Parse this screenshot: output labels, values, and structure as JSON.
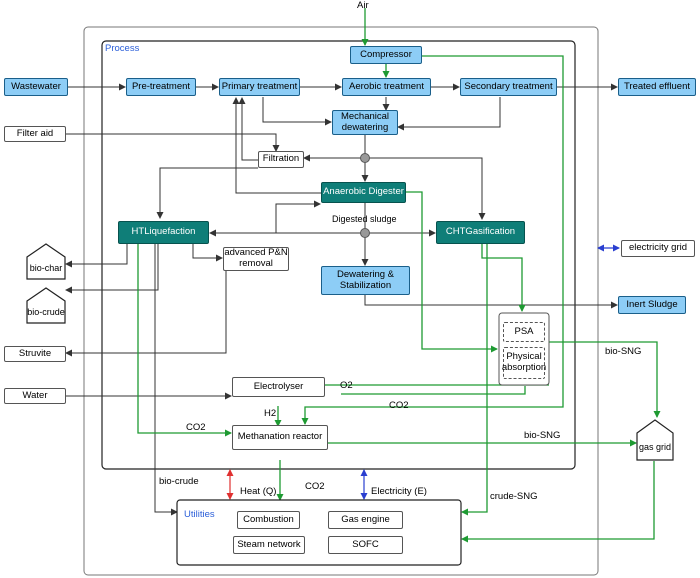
{
  "nodes": {
    "air": "Air",
    "process": "Process",
    "compressor": "Compressor",
    "wastewater": "Wastewater",
    "pretreatment": "Pre-treatment",
    "primary": "Primary treatment",
    "aerobic": "Aerobic treatment",
    "secondary": "Secondary treatment",
    "treated_effluent": "Treated effluent",
    "filter_aid": "Filter aid",
    "mech_dewatering": "Mechanical dewatering",
    "filtration": "Filtration",
    "anaerobic": "Anaerobic Digester",
    "digested_sludge": "Digested sludge",
    "htl": "HTLiquefaction",
    "cht": "CHTGasification",
    "advanced_pn": "advanced P&N removal",
    "dewatering_stab": "Dewatering & Stabilization",
    "biochar": "bio-char",
    "biocrude_store": "bio-crude",
    "electricity_grid": "electricity grid",
    "inert_sludge": "Inert Sludge",
    "struvite": "Struvite",
    "psa": "PSA",
    "physical_abs": "Physical absorption",
    "water": "Water",
    "electrolyser": "Electrolyser",
    "methanation": "Methanation reactor",
    "gas_grid": "gas grid",
    "utilities": "Utilities",
    "combustion": "Combustion",
    "gas_engine": "Gas engine",
    "steam_network": "Steam network",
    "sofc": "SOFC"
  },
  "labels": {
    "o2": "O2",
    "h2": "H2",
    "co2_psa": "CO2",
    "co2_left": "CO2",
    "co2_util": "CO2",
    "bio_sng_meth": "bio-SNG",
    "bio_sng_psa": "bio-SNG",
    "bio_crude_line": "bio-crude",
    "heat": "Heat (Q)",
    "electricity": "Electricity (E)",
    "crude_sng": "crude-SNG"
  },
  "colors": {
    "process_box": "#8dcdf6",
    "reactor_box": "#0f7e78",
    "gas_line": "#1e9a32",
    "heat_line": "#e03030",
    "electric_line": "#2a3fd0",
    "flow_line": "#333333"
  }
}
